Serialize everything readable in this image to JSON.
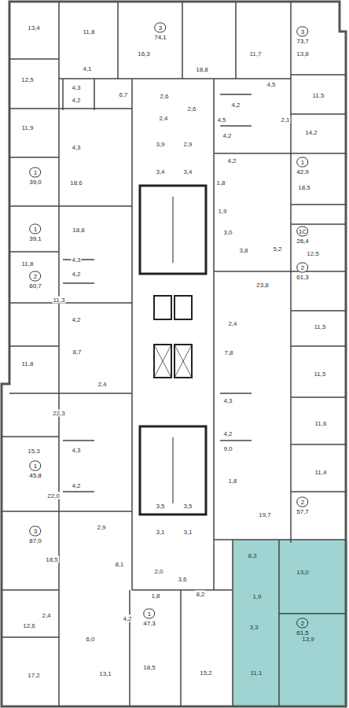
{
  "diagram": {
    "nodes": [
      {
        "text": [
          "3",
          "74,1"
        ]
      },
      {
        "text": [
          "3",
          "73,7"
        ]
      },
      {
        "text": [
          "1",
          "39,0"
        ]
      },
      {
        "text": [
          "1",
          "42,9"
        ]
      },
      {
        "text": [
          "1",
          "39,1"
        ]
      },
      {
        "text": [
          "1С",
          "26,4"
        ]
      },
      {
        "text": [
          "2",
          "60,7"
        ]
      },
      {
        "text": [
          "2",
          "61,3"
        ]
      },
      {
        "text": [
          "1",
          "45,8"
        ]
      },
      {
        "text": [
          "2",
          "57,7"
        ]
      },
      {
        "text": [
          "3",
          "87,0"
        ]
      },
      {
        "text": [
          "2",
          "61,5"
        ]
      },
      {
        "text": [
          "1",
          "47,3"
        ]
      }
    ],
    "labels": [
      "13,4",
      "11,8",
      "16,3",
      "18,8",
      "11,7",
      "13,8",
      "12,5",
      "4,1",
      "4,3",
      "6,7",
      "2,6",
      "2,4",
      "2,6",
      "4,5",
      "4,5",
      "4,2",
      "2,1",
      "11,5",
      "4,2",
      "11,9",
      "4,3",
      "3,9",
      "2,9",
      "3,4",
      "3,4",
      "4,2",
      "14,2",
      "4,2",
      "18,6",
      "1,8",
      "18,5",
      "1,9",
      "3,0",
      "3,8",
      "5,2",
      "12,5",
      "18,8",
      "4,3",
      "11,8",
      "4,2",
      "11,3",
      "4,2",
      "23,8",
      "2,4",
      "11,5",
      "7,8",
      "8,7",
      "11,8",
      "11,5",
      "2,4",
      "4,3",
      "4,2",
      "11,6",
      "22,3",
      "15,3",
      "4,3",
      "4,2",
      "9,0",
      "11,4",
      "1,8",
      "22,0",
      "3,5",
      "3,5",
      "19,7",
      "3,1",
      "3,1",
      "2,9",
      "18,5",
      "8,1",
      "2,0",
      "3,6",
      "8,3",
      "13,0",
      "1,9",
      "1,8",
      "8,2",
      "2,4",
      "12,6",
      "6,0",
      "4,2",
      "3,3",
      "13,9",
      "11,1",
      "17,2",
      "13,1",
      "18,5",
      "15,2"
    ]
  }
}
